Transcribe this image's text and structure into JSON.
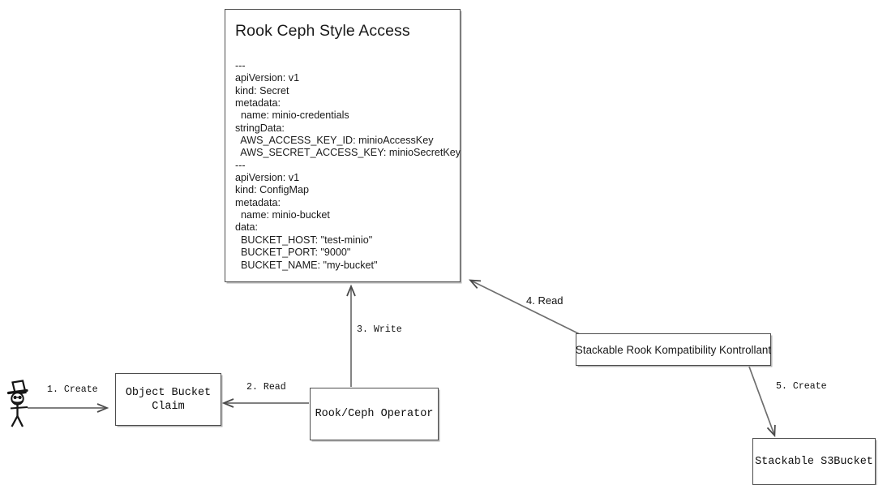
{
  "diagram": {
    "title": "Rook Ceph Style Access flow",
    "type": "flow-diagram",
    "background_color": "#ffffff",
    "stroke_color": "#4d4d4d",
    "text_color": "#1a1a1a"
  },
  "nodes": {
    "yaml_card": {
      "title": "Rook Ceph Style Access",
      "body": "---\napiVersion: v1\nkind: Secret\nmetadata:\n  name: minio-credentials\nstringData:\n  AWS_ACCESS_KEY_ID: minioAccessKey\n  AWS_SECRET_ACCESS_KEY: minioSecretKey\n---\napiVersion: v1\nkind: ConfigMap\nmetadata:\n  name: minio-bucket\ndata:\n  BUCKET_HOST: \"test-minio\"\n  BUCKET_PORT: \"9000\"\n  BUCKET_NAME: \"my-bucket\""
    },
    "object_bucket_claim": {
      "label": "Object Bucket\nClaim"
    },
    "operator": {
      "label": "Rook/Ceph Operator"
    },
    "srkk": {
      "label": "Stackable Rook Kompatibility Kontrollant"
    },
    "s3bucket": {
      "label": "Stackable S3Bucket"
    },
    "actor": {
      "label": "actor-stick-figure"
    }
  },
  "edges": [
    {
      "id": "edge-1",
      "label": "1. Create",
      "from": "actor",
      "to": "object_bucket_claim"
    },
    {
      "id": "edge-2",
      "label": "2. Read",
      "from": "operator",
      "to": "object_bucket_claim"
    },
    {
      "id": "edge-3",
      "label": "3. Write",
      "from": "operator",
      "to": "yaml_card"
    },
    {
      "id": "edge-4",
      "label": "4. Read",
      "from": "srkk",
      "to": "yaml_card"
    },
    {
      "id": "edge-5",
      "label": "5. Create",
      "from": "srkk",
      "to": "s3bucket"
    }
  ]
}
